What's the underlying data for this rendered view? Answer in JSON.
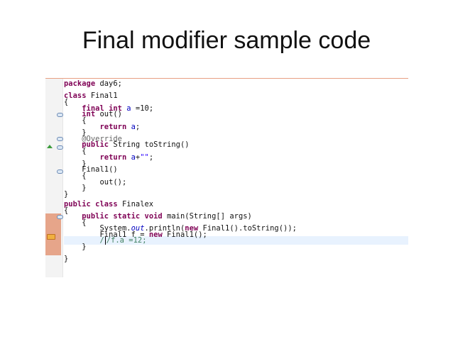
{
  "slide": {
    "title": "Final modifier sample code"
  },
  "editor": {
    "lines": {
      "l1": {
        "kw": "package",
        "rest": " day6;"
      },
      "l3": {
        "kw": "class",
        "rest": " Final1"
      },
      "l4": {
        "text": "{"
      },
      "l5": {
        "indent": "    ",
        "kw": "final int",
        "field": " a",
        "rest": " =10;"
      },
      "l6": {
        "indent": "    ",
        "kw": "int",
        "rest": " out()"
      },
      "l7": {
        "indent": "    ",
        "text": "{"
      },
      "l8": {
        "indent": "        ",
        "kw": "return",
        "field": " a",
        "rest": ";"
      },
      "l9": {
        "indent": "    ",
        "text": "}"
      },
      "l10": {
        "indent": "    ",
        "ann": "@Override"
      },
      "l11": {
        "indent": "    ",
        "kw": "public",
        "rest": " String toString()"
      },
      "l12": {
        "indent": "    ",
        "text": "{"
      },
      "l13": {
        "indent": "        ",
        "kw": "return",
        "field": " a",
        "plus": "+",
        "str": "\"\"",
        "end": ";"
      },
      "l14": {
        "indent": "    ",
        "text": "}"
      },
      "l15": {
        "indent": "    ",
        "text": "Final1()"
      },
      "l16": {
        "indent": "    ",
        "text": "{"
      },
      "l17": {
        "indent": "        ",
        "text": "out();"
      },
      "l18": {
        "indent": "    ",
        "text": "}"
      },
      "l19": {
        "text": "}"
      },
      "l21": {
        "kw": "public class",
        "rest": " Finalex"
      },
      "l22": {
        "text": "{"
      },
      "l23": {
        "indent": "    ",
        "kw": "public static void",
        "rest": " main(String[] args)"
      },
      "l24": {
        "indent": "    ",
        "text": "{"
      },
      "l25": {
        "indent": "        ",
        "pre": "System.",
        "sfield": "out",
        "mid": ".println(",
        "kw": "new",
        "rest": " Final1().toString());"
      },
      "l26": {
        "indent": "        ",
        "pre": "Final1 f = ",
        "kw": "new",
        "rest": " Final1();"
      },
      "l27": {
        "indent": "        ",
        "cmt1": "/",
        "cmt2": "/f.a =12;"
      },
      "l28": {
        "indent": "    ",
        "text": "}"
      },
      "l30": {
        "text": "}"
      }
    }
  }
}
